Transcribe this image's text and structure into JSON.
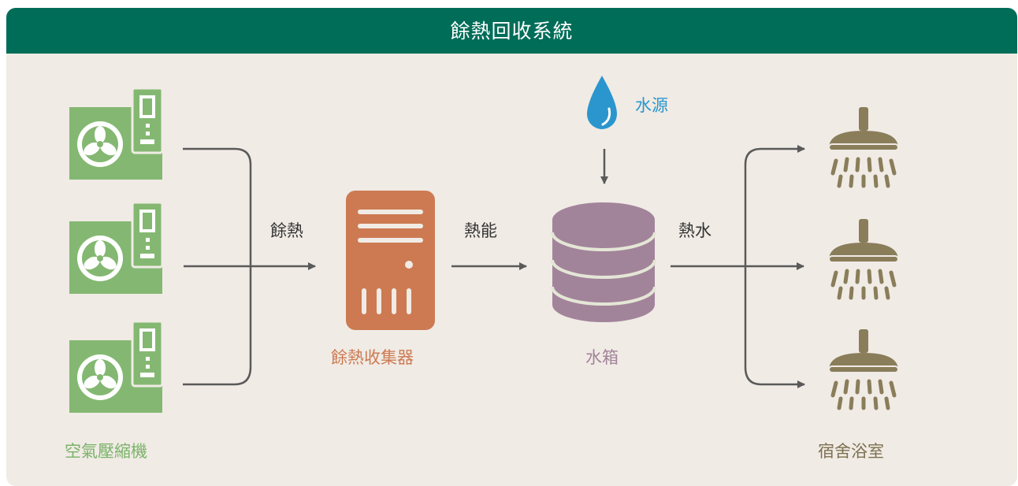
{
  "title": "餘熱回收系統",
  "nodes": {
    "compressor": "空氣壓縮機",
    "collector": "餘熱收集器",
    "tank": "水箱",
    "water_source": "水源",
    "bathroom": "宿舍浴室"
  },
  "edges": {
    "waste_heat": "餘熱",
    "heat_energy": "熱能",
    "hot_water": "熱水"
  },
  "icons": {
    "compressor": "air-compressor-icon",
    "collector": "server-icon",
    "tank": "database-tank-icon",
    "water_source": "water-drop-icon",
    "bathroom": "shower-head-icon"
  },
  "colors": {
    "header": "#006d58",
    "background": "#f0ebe5",
    "compressor": "#84b872",
    "collector": "#cd7a52",
    "tank": "#a2849a",
    "water": "#2b96cd",
    "shower": "#8a7d5a",
    "arrow": "#5a5a5a"
  }
}
